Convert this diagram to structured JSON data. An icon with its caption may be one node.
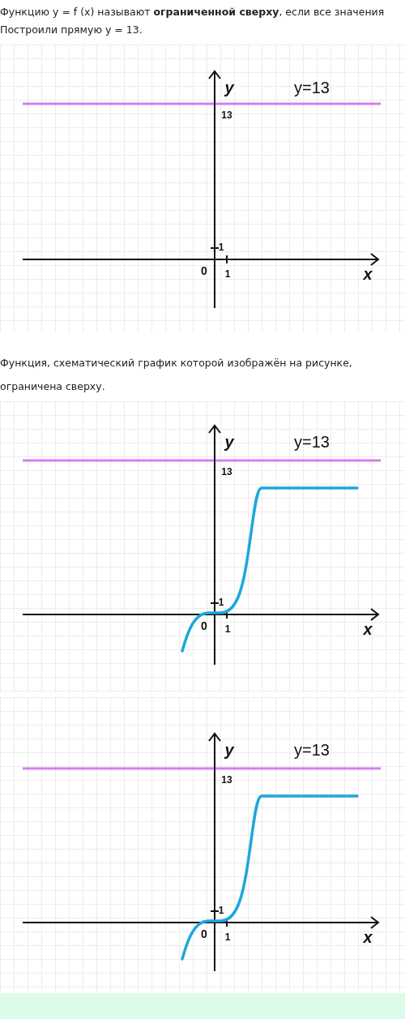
{
  "diagram": {
    "labels": [
      "Функцию y = f (x) называют **ограниченной сверху**, если все значения",
      "Построили прямую y = 13.",
      "y",
      "y=13",
      "13",
      "1",
      "0",
      "1",
      "x",
      "Функция, схематический график которой изображён на рисунке, ограничена сверху.",
      "y",
      "y=13",
      "13",
      "1",
      "0",
      "1",
      "x",
      "y",
      "y=13",
      "13",
      "1",
      "0",
      "1",
      "x"
    ]
  }
}
